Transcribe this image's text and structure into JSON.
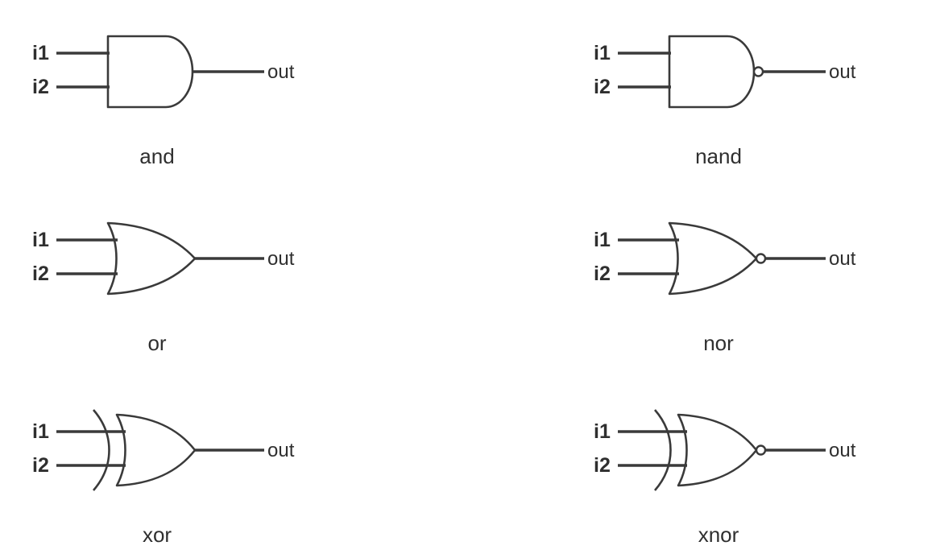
{
  "colors": {
    "ink": "#3a3a3a",
    "text": "#2f2f2f",
    "background": "#ffffff"
  },
  "gates": [
    {
      "caption": "and",
      "shape": "and",
      "negated": false,
      "input1": "i1",
      "input2": "i2",
      "output": "out"
    },
    {
      "caption": "nand",
      "shape": "and",
      "negated": true,
      "input1": "i1",
      "input2": "i2",
      "output": "out"
    },
    {
      "caption": "or",
      "shape": "or",
      "negated": false,
      "input1": "i1",
      "input2": "i2",
      "output": "out"
    },
    {
      "caption": "nor",
      "shape": "or",
      "negated": true,
      "input1": "i1",
      "input2": "i2",
      "output": "out"
    },
    {
      "caption": "xor",
      "shape": "xor",
      "negated": false,
      "input1": "i1",
      "input2": "i2",
      "output": "out"
    },
    {
      "caption": "xnor",
      "shape": "xor",
      "negated": true,
      "input1": "i1",
      "input2": "i2",
      "output": "out"
    }
  ]
}
